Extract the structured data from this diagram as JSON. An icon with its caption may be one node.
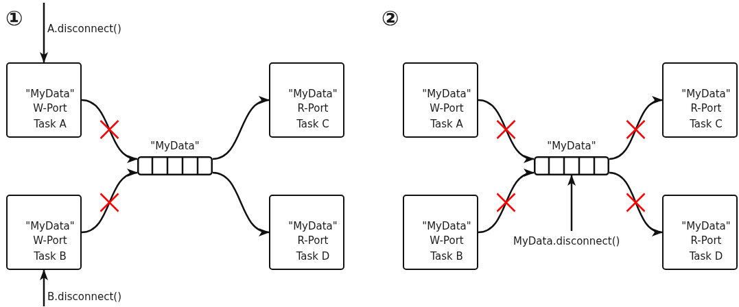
{
  "diagram": {
    "nodes": [
      {
        "text": [
          "\"MyData\" W-Port",
          "Task A"
        ]
      },
      {
        "text": [
          "\"MyData\" W-Port",
          "Task B"
        ]
      },
      {
        "text": [
          "\"MyData\""
        ]
      },
      {
        "text": [
          "\"MyData\" R-Port",
          "Task C"
        ]
      },
      {
        "text": [
          "\"MyData\" R-Port",
          "Task D"
        ]
      },
      {
        "text": [
          "\"MyData\" W-Port",
          "Task A"
        ]
      },
      {
        "text": [
          "\"MyData\" W-Port",
          "Task B"
        ]
      },
      {
        "text": [
          "\"MyData\""
        ]
      },
      {
        "text": [
          "\"MyData\" R-Port",
          "Task C"
        ]
      },
      {
        "text": [
          "\"MyData\" R-Port",
          "Task D"
        ]
      },
      {
        "text": [
          "MyData.disconnect()"
        ]
      }
    ],
    "edges": [
      {
        "from": null,
        "to": 0,
        "arrow": "to",
        "label": "A.disconnect()"
      },
      {
        "from": 0,
        "to": 2,
        "arrow": "to"
      },
      {
        "from": 1,
        "to": 2,
        "arrow": "to"
      },
      {
        "from": 2,
        "to": 3,
        "arrow": "to"
      },
      {
        "from": 2,
        "to": 4,
        "arrow": "to"
      },
      {
        "from": null,
        "to": 1,
        "arrow": "to",
        "label": "B.disconnect()"
      },
      {
        "from": 5,
        "to": 7,
        "arrow": "to"
      },
      {
        "from": 6,
        "to": 7,
        "arrow": "to"
      },
      {
        "from": 7,
        "to": 8,
        "arrow": "to"
      },
      {
        "from": 7,
        "to": 9,
        "arrow": "to"
      },
      {
        "from": 10,
        "to": 7,
        "arrow": "to"
      }
    ],
    "labels": [
      "①",
      "②"
    ]
  }
}
